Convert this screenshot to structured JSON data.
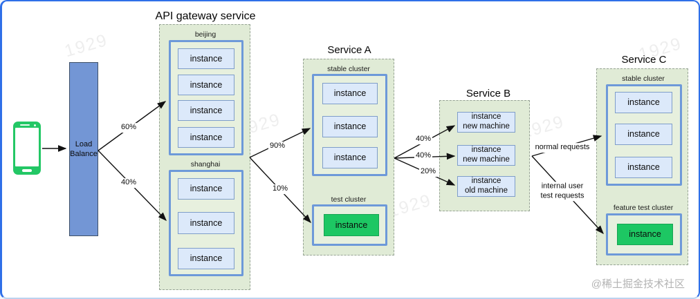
{
  "client": {
    "icon": "smartphone-icon"
  },
  "load_balancer": {
    "label": "Load\nBalance"
  },
  "api_gateway": {
    "title": "API gateway service",
    "clusters": [
      {
        "name": "beijing",
        "instances": [
          "instance",
          "instance",
          "instance",
          "instance"
        ]
      },
      {
        "name": "shanghai",
        "instances": [
          "instance",
          "instance",
          "instance"
        ]
      }
    ]
  },
  "service_a": {
    "title": "Service A",
    "clusters": [
      {
        "name": "stable cluster",
        "instances": [
          "instance",
          "instance",
          "instance"
        ]
      },
      {
        "name": "test cluster",
        "instances": [
          "instance"
        ]
      }
    ]
  },
  "service_b": {
    "title": "Service B",
    "instances": [
      "instance\nnew machine",
      "instance\nnew machine",
      "instance\nold machine"
    ]
  },
  "service_c": {
    "title": "Service C",
    "clusters": [
      {
        "name": "stable cluster",
        "instances": [
          "instance",
          "instance",
          "instance"
        ]
      },
      {
        "name": "feature test cluster",
        "instances": [
          "instance"
        ]
      }
    ]
  },
  "edges": {
    "lb_to_beijing": "60%",
    "lb_to_shanghai": "40%",
    "gateway_to_stable_a": "90%",
    "gateway_to_test_a": "10%",
    "a_to_b_top": "40%",
    "a_to_b_middle": "40%",
    "a_to_b_bottom": "20%",
    "b_to_c_stable": "normal requests",
    "b_to_c_test": "internal user\ntest requests"
  },
  "watermarks": {
    "diagonal": "1929",
    "credit": "@稀土掘金技术社区"
  },
  "colors": {
    "frame_border": "#2f6fe8",
    "group_fill": "#e0ebd6",
    "cluster_border": "#6d99d9",
    "instance_fill": "#dce9fa",
    "green_instance": "#1dc763",
    "load_balancer": "#7396d5",
    "phone_green": "#23c765"
  }
}
